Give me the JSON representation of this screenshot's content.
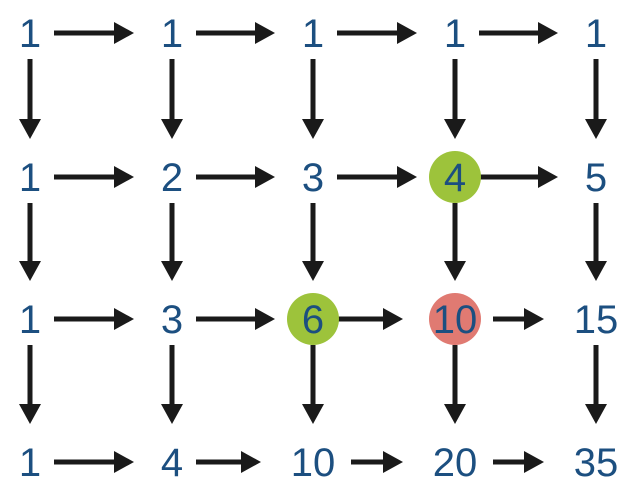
{
  "grid": {
    "rows": [
      [
        "1",
        "1",
        "1",
        "1",
        "1"
      ],
      [
        "1",
        "2",
        "3",
        "4",
        "5"
      ],
      [
        "1",
        "3",
        "6",
        "10",
        "15"
      ],
      [
        "1",
        "4",
        "10",
        "20",
        "35"
      ]
    ]
  },
  "highlights": [
    {
      "row": 1,
      "col": 3,
      "color": "#9dc33b"
    },
    {
      "row": 2,
      "col": 2,
      "color": "#9dc33b"
    },
    {
      "row": 2,
      "col": 3,
      "color": "#e07a72"
    }
  ],
  "colors": {
    "number": "#1c4f80",
    "arrow": "#1a1a1a",
    "green": "#9dc33b",
    "red": "#e07a72"
  }
}
